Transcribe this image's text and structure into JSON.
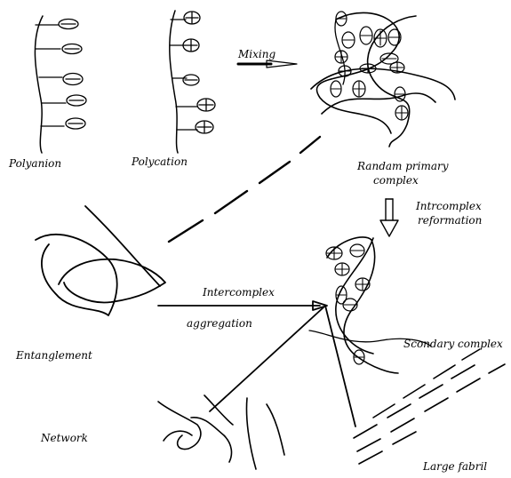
{
  "labels": {
    "polyanion": "Polyanion",
    "polycation": "Polycation",
    "mixing": "Mixing",
    "random_primary_line1": "Randam primary",
    "random_primary_line2": "complex",
    "intracomplex_line1": "Intrcomplex",
    "intracomplex_line2": "reformation",
    "intercomplex": "Intercomplex",
    "aggregation": "aggregation",
    "entanglement": "Entanglement",
    "secondary_complex": "Scondary complex",
    "network": "Network",
    "large_fabril": "Large fabril"
  },
  "charge_symbols": {
    "polyanion": [
      "minus",
      "minus",
      "minus",
      "minus",
      "minus"
    ],
    "polycation": [
      "plus",
      "plus",
      "minus",
      "plus",
      "plus"
    ]
  }
}
